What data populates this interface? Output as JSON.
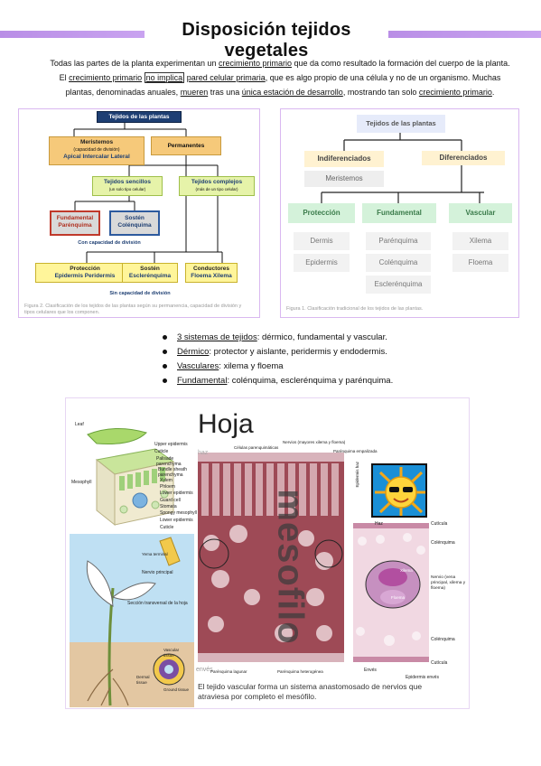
{
  "title": "Disposición tejidos vegetales",
  "intro": {
    "l1a": "Todas las partes de la planta experimentan un ",
    "l1b": "crecimiento primario",
    "l1c": " que da como resultado la formación del cuerpo de la planta.",
    "l2a": "El ",
    "l2b": "crecimiento primario",
    "l2c": "no implica",
    "l2d": "pared celular primaria",
    "l2e": ", que es algo propio de una célula y no de un organismo. Muchas",
    "l3a": "plantas, denominadas anuales, ",
    "l3b": "mueren",
    "l3c": " tras una ",
    "l3d": "única estación de desarrollo",
    "l3e": ", mostrando tan solo ",
    "l3f": "crecimiento primario",
    "l3g": "."
  },
  "fig2": {
    "root": "Tejidos de las plantas",
    "meristemos": "Meristemos",
    "meristemos_sub": "(capacidad de división)",
    "meristemos_types": "Apical  Intercalar  Lateral",
    "permanentes": "Permanentes",
    "sencillos": "Tejidos sencillos",
    "sencillos_sub": "(un solo tipo celular)",
    "complejos": "Tejidos complejos",
    "complejos_sub": "(más de un tipo celular)",
    "fundamental": "Fundamental",
    "parenquima": "Parénquima",
    "sosten": "Sostén",
    "colenquima": "Colénquima",
    "con_cap": "Con capacidad de división",
    "proteccion": "Protección",
    "proteccion_types": "Epidermis  Peridermis",
    "sosten2": "Sostén",
    "esclerenquima": "Esclerénquima",
    "conductores": "Conductores",
    "conductores_types": "Floema  Xilema",
    "sin_cap": "Sin capacidad de división",
    "caption": "Figura 2. Clasificación de los tejidos de las plantas según su permanencia, capacidad de división y tipos celulares que los componen."
  },
  "fig1": {
    "root": "Tejidos de las plantas",
    "indif": "Indiferenciados",
    "dif": "Diferenciados",
    "meristemos": "Meristemos",
    "proteccion": "Protección",
    "fundamental": "Fundamental",
    "vascular": "Vascular",
    "dermis": "Dermis",
    "epidermis": "Epidermis",
    "parenquima": "Parénquima",
    "colenquima": "Colénquima",
    "esclerenquima": "Esclerénquima",
    "xilema": "Xilema",
    "floema": "Floema",
    "caption": "Figura 1. Clasificación tradicional de los tejidos de las plantas."
  },
  "bullets": [
    {
      "key": "3 sistemas de tejidos",
      "rest": ": dérmico, fundamental y vascular."
    },
    {
      "key": "Dérmico",
      "rest": ": protector y aislante, peridermis y endodermis."
    },
    {
      "key": "Vasculares",
      "rest": ": xilema y floema"
    },
    {
      "key": "Fundamental",
      "rest": ": colénquima, esclerénquima y parénquima."
    }
  ],
  "hoja": {
    "title": "Hoja",
    "haz": "haz",
    "enves": "envés",
    "mesofilo": "mesofilo",
    "cel_parenq": "Células parenquimáticas",
    "nervios": "Nervios (mayores xilema y floema)",
    "parenq_empal": "Parénquima empalizada",
    "parenq_lagunar": "Parénquima lagunar",
    "parenq_hetero": "Parénquima heterogénea",
    "epidermis_haz": "Epidermis haz",
    "haz2": "Haz",
    "cuticula": "Cutícula",
    "colenquima": "Colénquima",
    "nervio_vena": "Nervio (vena principal, xilema y floema)",
    "colenquima2": "Colénquima",
    "cuticula2": "Cutícula",
    "enves2": "Envés",
    "epidermis_enves": "Epidermis envés",
    "xilema": "Xilema",
    "floema": "Floema",
    "leaf_labels": [
      "Leaf",
      "Upper epidermis",
      "Cuticle",
      "Palisade parenchyma",
      "Bundle sheath parenchyma",
      "Xylem",
      "Phloem",
      "Lower epidermis",
      "Guard cell",
      "Stomata",
      "Spongy mesophyll",
      "Lower epidermis",
      "Cuticle"
    ],
    "mesophyll": "Mesophyll",
    "yema": "Yema terminal",
    "nervio_principal": "Nervio principal",
    "seccion": "Sección transversal de la hoja",
    "vascular_tissue": "Vascular tissue",
    "dermal_tissue": "Dermal tissue",
    "ground_tissue": "Ground tissue",
    "footer": "El tejido vascular forma un sistema anastomosado de nervios que atraviesa por completo el mesófilo."
  },
  "colors": {
    "accent": "#b98ee6",
    "fig_border": "#d9b8f0",
    "navy": "#1e3f73",
    "orange": "#f6c97a",
    "green": "#c9e8b4",
    "yellow": "#fff59a"
  }
}
